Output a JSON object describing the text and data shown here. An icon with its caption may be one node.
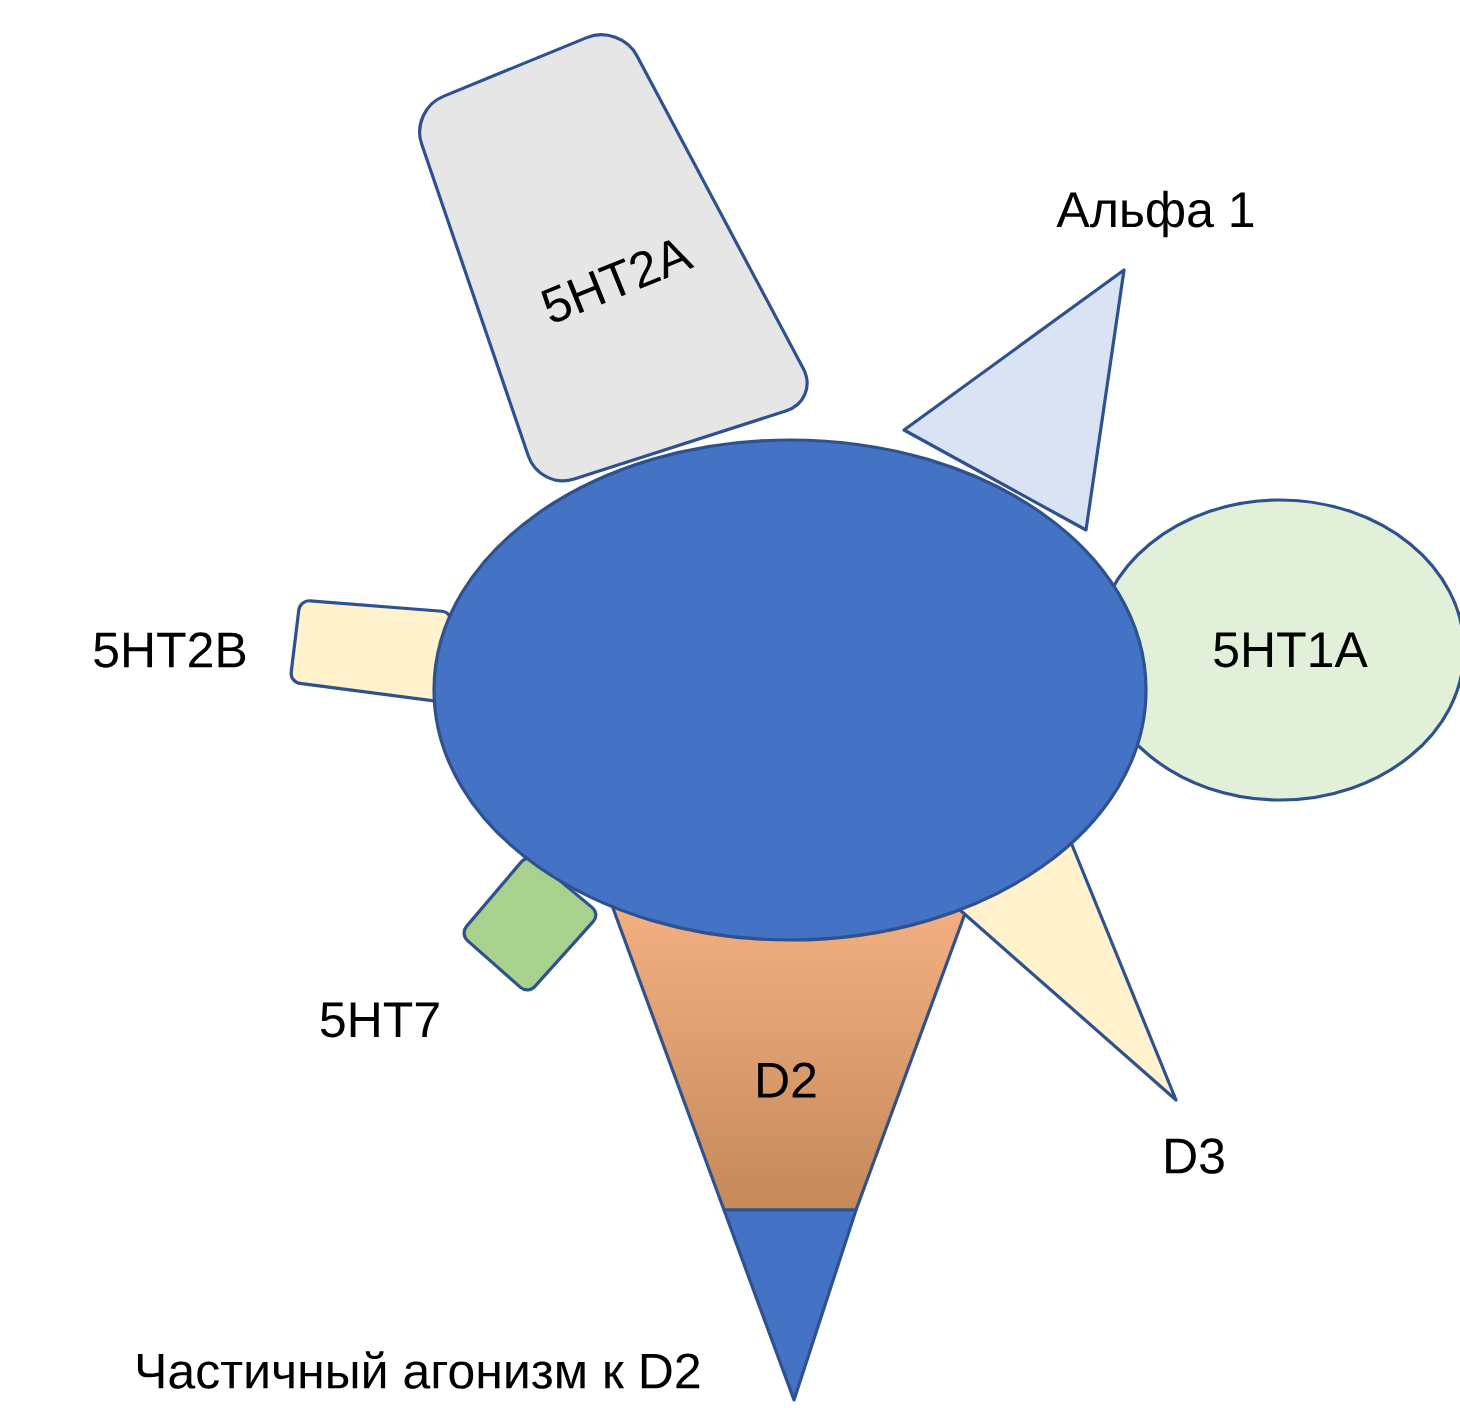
{
  "diagram": {
    "nodes": [
      {
        "text": [
          "5HT2A"
        ]
      },
      {
        "text": [
          "Альфа 1"
        ]
      },
      {
        "text": [
          "5HT2B"
        ]
      },
      {
        "text": [
          "5HT1A"
        ]
      },
      {
        "text": [],
        "shape": "ellipse"
      },
      {
        "text": [
          "5HT7"
        ]
      },
      {
        "text": [
          "D2"
        ]
      },
      {
        "text": [
          "D3"
        ]
      },
      {
        "text": [
          "Частичный агонизм к D2"
        ]
      }
    ]
  }
}
